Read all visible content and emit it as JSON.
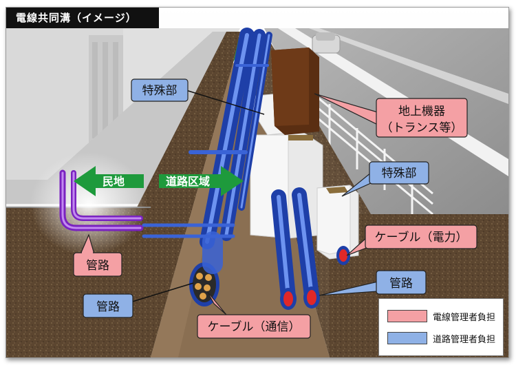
{
  "title": "電線共同溝（イメージ）",
  "colors": {
    "electric_manager": "#f4a0a4",
    "road_manager": "#8fb1e6",
    "green_arrow": "#1e9a3c",
    "pipe_blue": "#3a63d6",
    "pipe_purple": "#8b2fd1",
    "soil": "#5a4530"
  },
  "labels": {
    "special_part_top": "特殊部",
    "ground_equipment_line1": "地上機器",
    "ground_equipment_line2": "（トランス等）",
    "special_part_right": "特殊部",
    "cable_power": "ケーブル（電力）",
    "conduit_left": "管路",
    "conduit_center": "管路",
    "conduit_right": "管路",
    "cable_comm": "ケーブル（通信）"
  },
  "arrows": {
    "private_land": "民地",
    "road_area": "道路区域"
  },
  "legend": {
    "electric_manager": "電線管理者負担",
    "road_manager": "道路管理者負担"
  }
}
